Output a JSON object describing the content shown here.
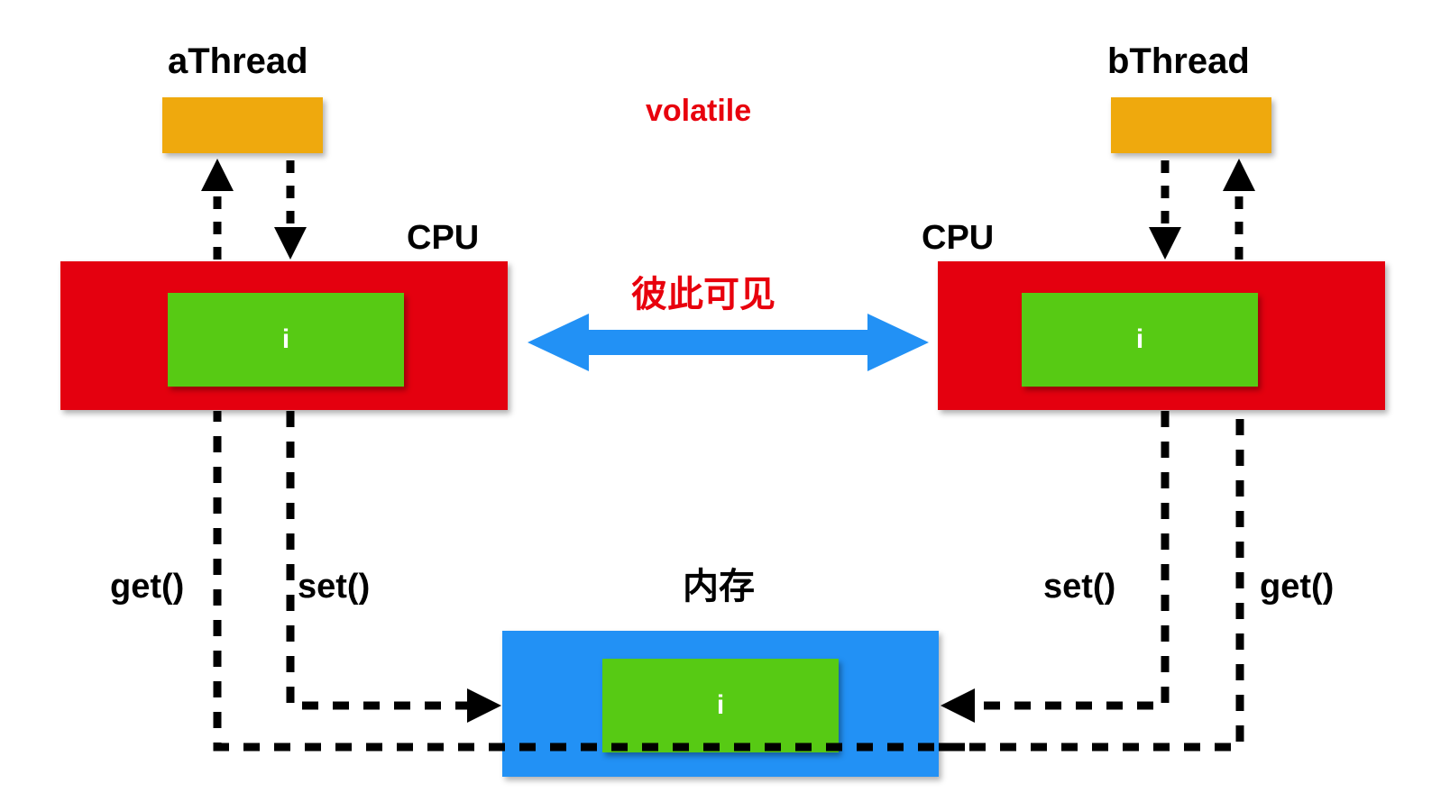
{
  "diagram": {
    "title_volatile": "volatile",
    "title_visibility": "彼此可见",
    "memory_label": "内存",
    "variable_label": "i",
    "colors": {
      "thread": "#efa90d",
      "cpu": "#e4000f",
      "memory": "#2291f5",
      "variable": "#57ca14",
      "accent_red_text": "#e8000d",
      "arrow_blue": "#2291f5",
      "arrow_black": "#000000",
      "background": "#ffffff"
    }
  },
  "threads": [
    {
      "name": "aThread",
      "cpu_label": "CPU",
      "variable": "i",
      "read_label": "get()",
      "write_label": "set()"
    },
    {
      "name": "bThread",
      "cpu_label": "CPU",
      "variable": "i",
      "read_label": "get()",
      "write_label": "set()"
    }
  ],
  "memory": {
    "label": "内存",
    "variable": "i"
  },
  "icons": {
    "arrow_up": "arrow-up-icon",
    "arrow_down": "arrow-down-icon",
    "arrow_right": "arrow-right-icon",
    "arrow_left": "arrow-left-icon",
    "double_arrow": "double-arrow-icon"
  }
}
